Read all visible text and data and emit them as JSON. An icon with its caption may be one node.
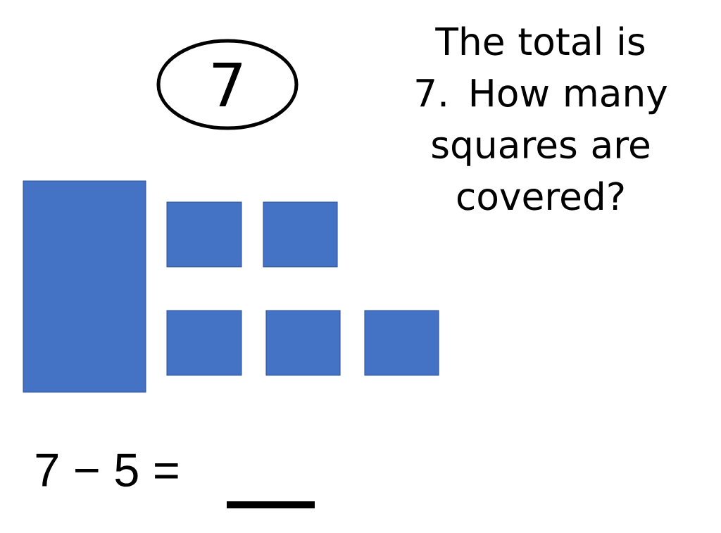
{
  "diagram": {
    "nodes": [
      {
        "text": [
          "7"
        ]
      },
      {
        "text": [],
        "shape": "box"
      },
      {
        "text": [],
        "shape": "box"
      },
      {
        "text": [],
        "shape": "box"
      },
      {
        "text": [],
        "shape": "box"
      },
      {
        "text": [],
        "shape": "box"
      },
      {
        "text": [],
        "shape": "box"
      }
    ],
    "edges": [],
    "labels": [
      "The total is 7. How many squares are covered?",
      "7 − 5 ="
    ]
  }
}
